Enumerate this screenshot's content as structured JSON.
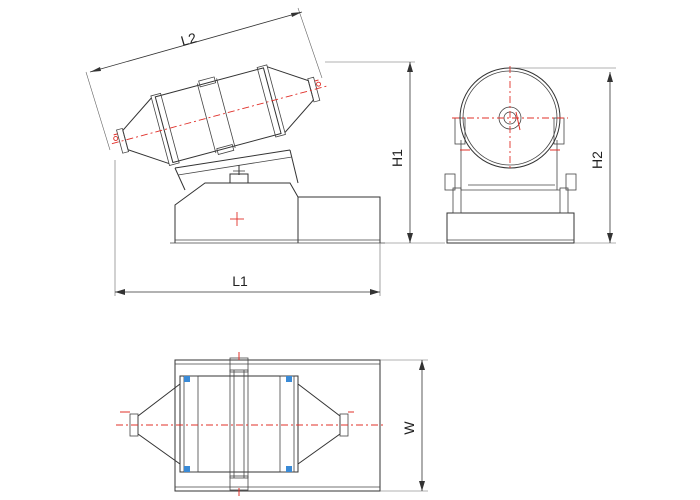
{
  "dimensions": {
    "l1": "L1",
    "l2": "L2",
    "h1": "H1",
    "h2": "H2",
    "w": "W"
  },
  "colors": {
    "line": "#333333",
    "centerline": "#e0302a",
    "accent_blue": "#3a8ad6",
    "background": "#ffffff"
  }
}
